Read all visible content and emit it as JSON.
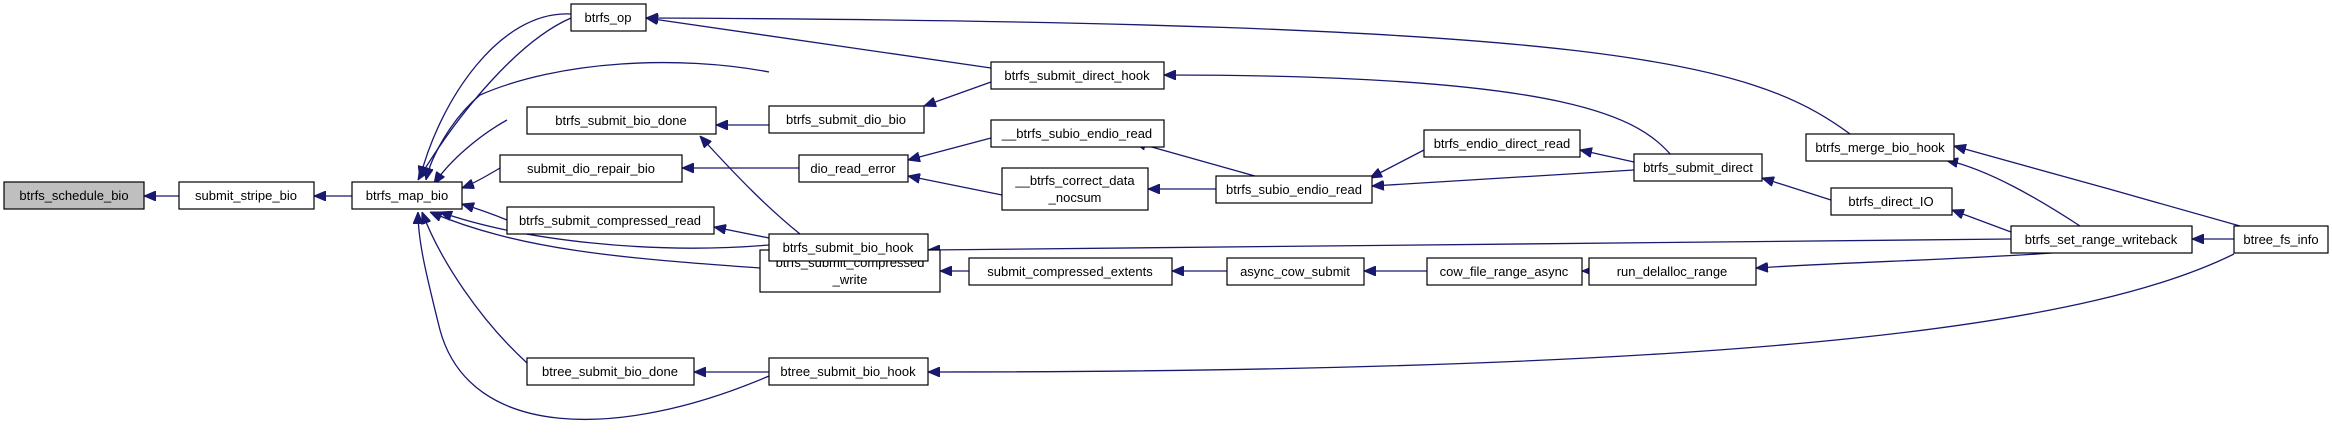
{
  "diagram": {
    "nodes": [
      {
        "id": "btrfs_schedule_bio",
        "lines": [
          "btrfs_schedule_bio"
        ]
      },
      {
        "id": "submit_stripe_bio",
        "lines": [
          "submit_stripe_bio"
        ]
      },
      {
        "id": "btrfs_map_bio",
        "lines": [
          "btrfs_map_bio"
        ]
      },
      {
        "id": "btrfs_op",
        "lines": [
          "btrfs_op"
        ]
      },
      {
        "id": "btrfs_submit_bio_done",
        "lines": [
          "btrfs_submit_bio_done"
        ]
      },
      {
        "id": "submit_dio_repair_bio",
        "lines": [
          "submit_dio_repair_bio"
        ]
      },
      {
        "id": "btrfs_submit_compressed_read",
        "lines": [
          "btrfs_submit_compressed_read"
        ]
      },
      {
        "id": "btrfs_submit_compressed_write",
        "lines": [
          "btrfs_submit_compressed",
          "_write"
        ]
      },
      {
        "id": "btree_submit_bio_done",
        "lines": [
          "btree_submit_bio_done"
        ]
      },
      {
        "id": "btrfs_submit_direct_hook",
        "lines": [
          "btrfs_submit_direct_hook"
        ]
      },
      {
        "id": "btrfs_submit_dio_bio",
        "lines": [
          "btrfs_submit_dio_bio"
        ]
      },
      {
        "id": "dio_read_error",
        "lines": [
          "dio_read_error"
        ]
      },
      {
        "id": "btrfs_submit_bio_hook",
        "lines": [
          "btrfs_submit_bio_hook"
        ]
      },
      {
        "id": "submit_compressed_extents",
        "lines": [
          "submit_compressed_extents"
        ]
      },
      {
        "id": "btree_submit_bio_hook",
        "lines": [
          "btree_submit_bio_hook"
        ]
      },
      {
        "id": "__btrfs_subio_endio_read",
        "lines": [
          "__btrfs_subio_endio_read"
        ]
      },
      {
        "id": "__btrfs_correct_data_nocsum",
        "lines": [
          "__btrfs_correct_data",
          "_nocsum"
        ]
      },
      {
        "id": "btrfs_subio_endio_read",
        "lines": [
          "btrfs_subio_endio_read"
        ]
      },
      {
        "id": "async_cow_submit",
        "lines": [
          "async_cow_submit"
        ]
      },
      {
        "id": "btrfs_endio_direct_read",
        "lines": [
          "btrfs_endio_direct_read"
        ]
      },
      {
        "id": "cow_file_range_async",
        "lines": [
          "cow_file_range_async"
        ]
      },
      {
        "id": "btrfs_submit_direct",
        "lines": [
          "btrfs_submit_direct"
        ]
      },
      {
        "id": "run_delalloc_range",
        "lines": [
          "run_delalloc_range"
        ]
      },
      {
        "id": "btrfs_merge_bio_hook",
        "lines": [
          "btrfs_merge_bio_hook"
        ]
      },
      {
        "id": "btrfs_direct_IO",
        "lines": [
          "btrfs_direct_IO"
        ]
      },
      {
        "id": "btrfs_set_range_writeback",
        "lines": [
          "btrfs_set_range_writeback"
        ]
      },
      {
        "id": "btree_fs_info",
        "lines": [
          "btree_fs_info"
        ]
      }
    ]
  },
  "colors": {
    "edge": "#191970",
    "node_border": "#000000",
    "root_fill": "#bfbfbf",
    "node_fill": "#ffffff"
  }
}
